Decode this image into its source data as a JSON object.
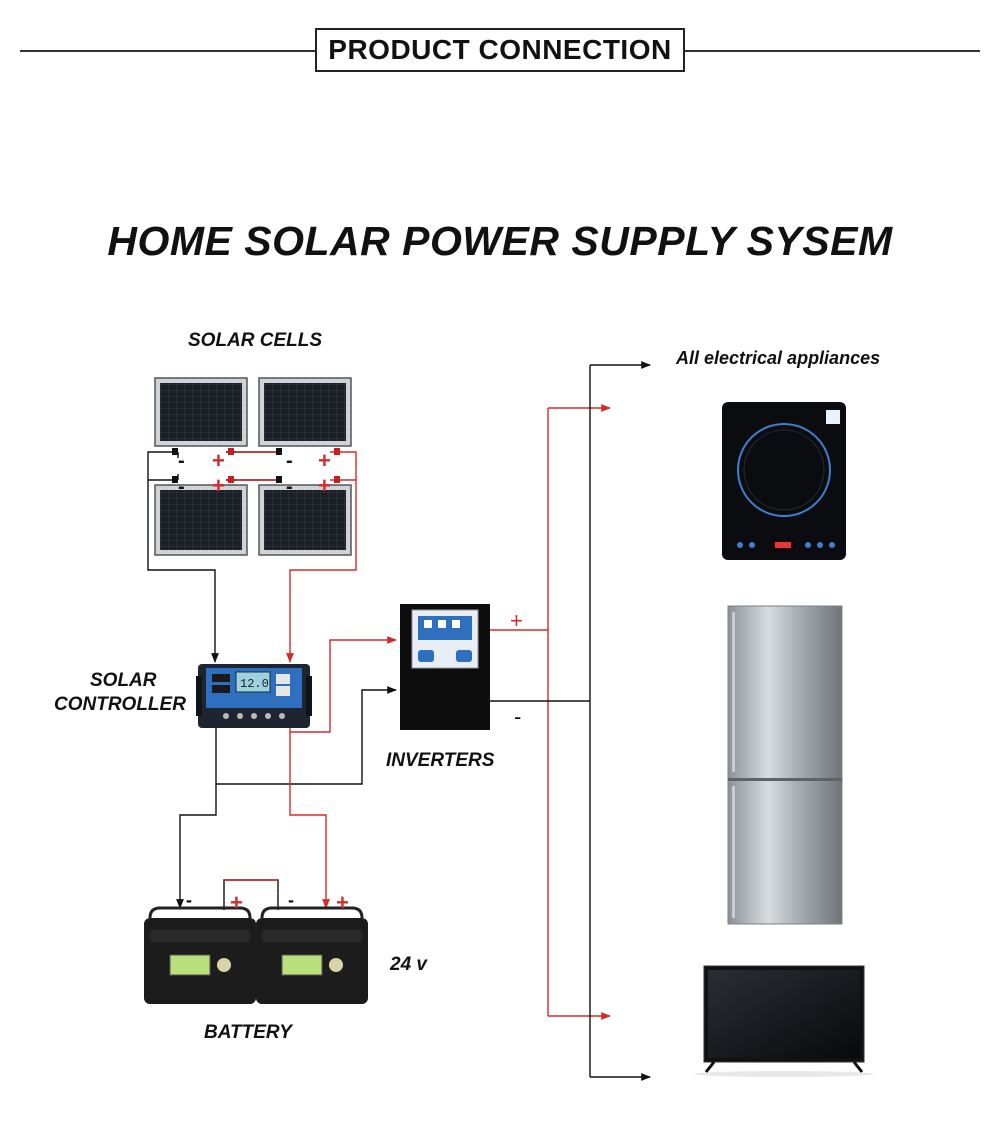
{
  "header": {
    "title": "PRODUCT CONNECTION"
  },
  "diagram": {
    "title": "HOME SOLAR POWER SUPPLY SYSEM",
    "labels": {
      "solar_cells": "SOLAR CELLS",
      "solar_controller_line1": "SOLAR",
      "solar_controller_line2": "CONTROLLER",
      "inverters": "INVERTERS",
      "battery": "BATTERY",
      "battery_voltage": "24 v",
      "appliances": "All electrical appliances"
    },
    "polarity": {
      "plus": "+",
      "minus": "-"
    },
    "controller_display": "12.0",
    "colors": {
      "positive_wire": "#d62b2b",
      "negative_wire": "#111111",
      "panel_blue": "#2f6fc0"
    },
    "icons": [
      "solar-panel-icon",
      "charge-controller-icon",
      "inverter-icon",
      "battery-icon",
      "induction-cooker-icon",
      "refrigerator-icon",
      "television-icon"
    ]
  }
}
